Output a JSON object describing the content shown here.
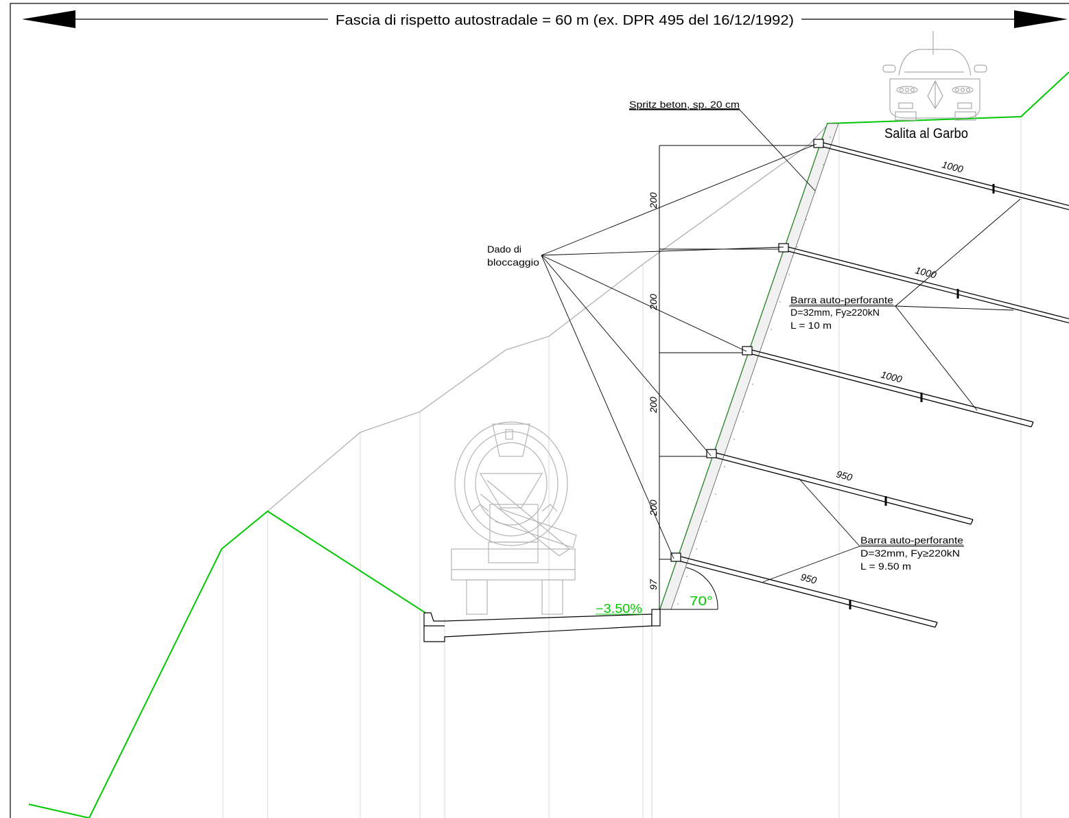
{
  "header": {
    "title": "Fascia di rispetto autostradale = 60 m (ex. DPR 495 del 16/12/1992)"
  },
  "road_label": "Salita al Garbo",
  "labels": {
    "spritz": "Spritz beton, sp. 20 cm",
    "dado_line1": "Dado di",
    "dado_line2": "bloccaggio",
    "barra_upper": {
      "title": "Barra auto-perforante",
      "line2": "D=32mm, Fy≥220kN",
      "line3": "L = 10 m"
    },
    "barra_lower": {
      "title": "Barra auto-perforante",
      "line2": "D=32mm, Fy≥220kN",
      "line3": "L = 9.50 m"
    },
    "slope": "−3.50%",
    "angle": "70°"
  },
  "vertical_dims": [
    "200",
    "200",
    "200",
    "200",
    "97"
  ],
  "bar_lengths": [
    "1000",
    "1000",
    "1000",
    "950",
    "950"
  ],
  "colors": {
    "terrain_green": "#00c800",
    "existing_grey": "#b4b4b4",
    "line": "#000000"
  },
  "icons": [
    "car-outline-icon",
    "drilling-rig-icon",
    "arrow-left-icon",
    "arrow-right-icon"
  ]
}
